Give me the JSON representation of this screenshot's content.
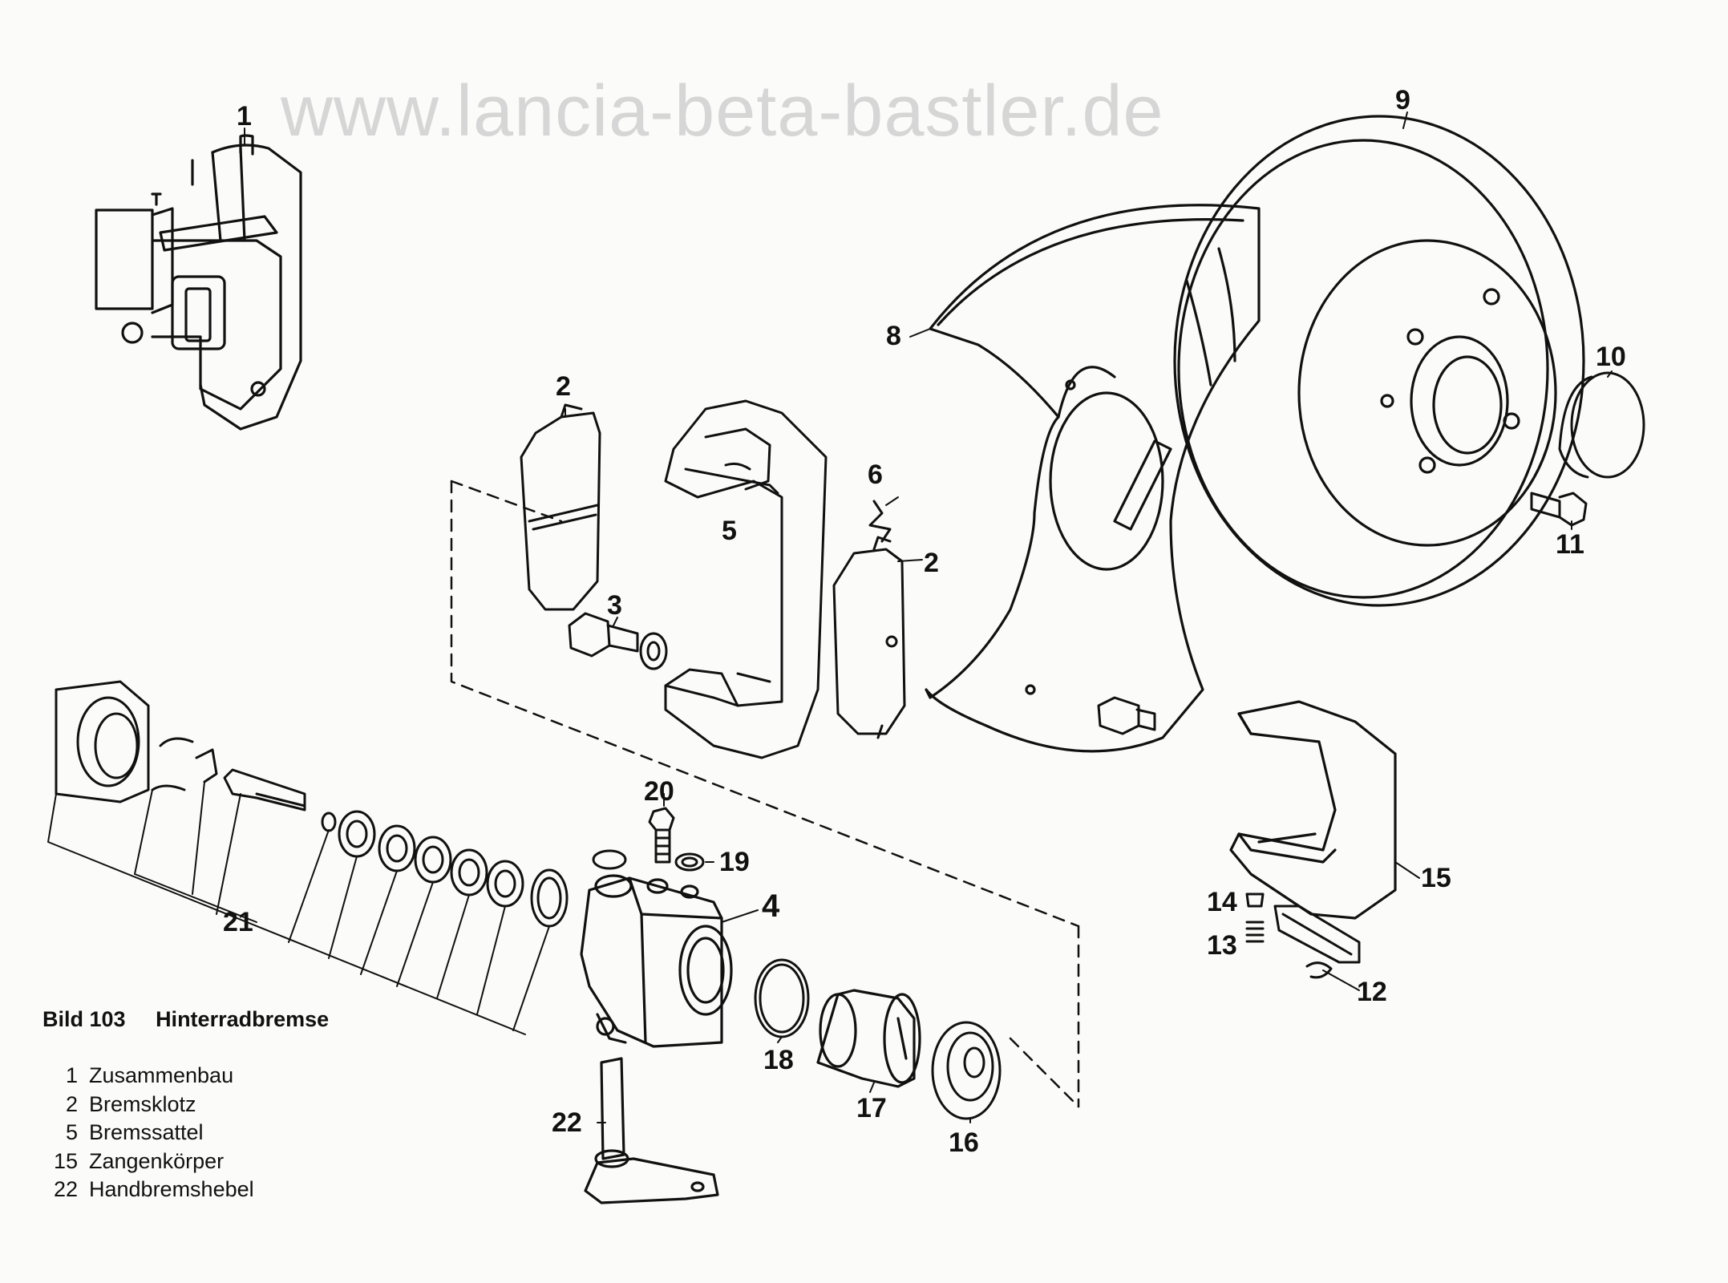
{
  "watermark": "www.lancia-beta-bastler.de",
  "caption": {
    "figure": "Bild 103",
    "title": "Hinterradbremse"
  },
  "legend": [
    {
      "num": "1",
      "text": "Zusammenbau"
    },
    {
      "num": "2",
      "text": "Bremsklotz"
    },
    {
      "num": "5",
      "text": "Bremssattel"
    },
    {
      "num": "15",
      "text": "Zangenkörper"
    },
    {
      "num": "22",
      "text": "Handbremshebel"
    }
  ],
  "part_labels": {
    "p1": "1",
    "p2a": "2",
    "p2b": "2",
    "p3": "3",
    "p4": "4",
    "p5": "5",
    "p6": "6",
    "p8": "8",
    "p9": "9",
    "p10": "10",
    "p11": "11",
    "p12": "12",
    "p13": "13",
    "p14": "14",
    "p15": "15",
    "p16": "16",
    "p17": "17",
    "p18": "18",
    "p19": "19",
    "p20": "20",
    "p21": "21",
    "p22": "22"
  }
}
